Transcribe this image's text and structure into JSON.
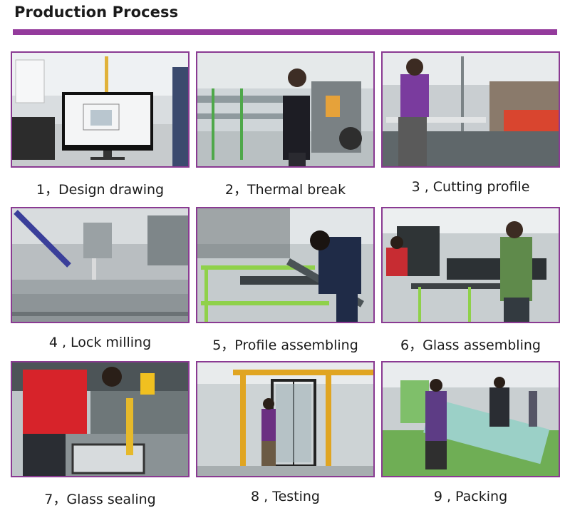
{
  "header": {
    "title": "Production Process"
  },
  "steps": [
    {
      "caption": "1，Design drawing",
      "icon": "design-monitor-photo"
    },
    {
      "caption": "2，Thermal break",
      "icon": "thermal-break-photo"
    },
    {
      "caption": "3 , Cutting profile",
      "icon": "cutting-profile-photo"
    },
    {
      "caption": "4 , Lock milling",
      "icon": "lock-milling-photo"
    },
    {
      "caption": "5，Profile assembling",
      "icon": "profile-assembling-photo"
    },
    {
      "caption": "6，Glass assembling",
      "icon": "glass-assembling-photo"
    },
    {
      "caption": "7，Glass sealing",
      "icon": "glass-sealing-photo"
    },
    {
      "caption": "8 , Testing",
      "icon": "testing-photo"
    },
    {
      "caption": "9 , Packing",
      "icon": "packing-photo"
    }
  ],
  "colors": {
    "accent": "#943b9c",
    "frame": "#8a3a92",
    "text": "#1a1a1a"
  }
}
